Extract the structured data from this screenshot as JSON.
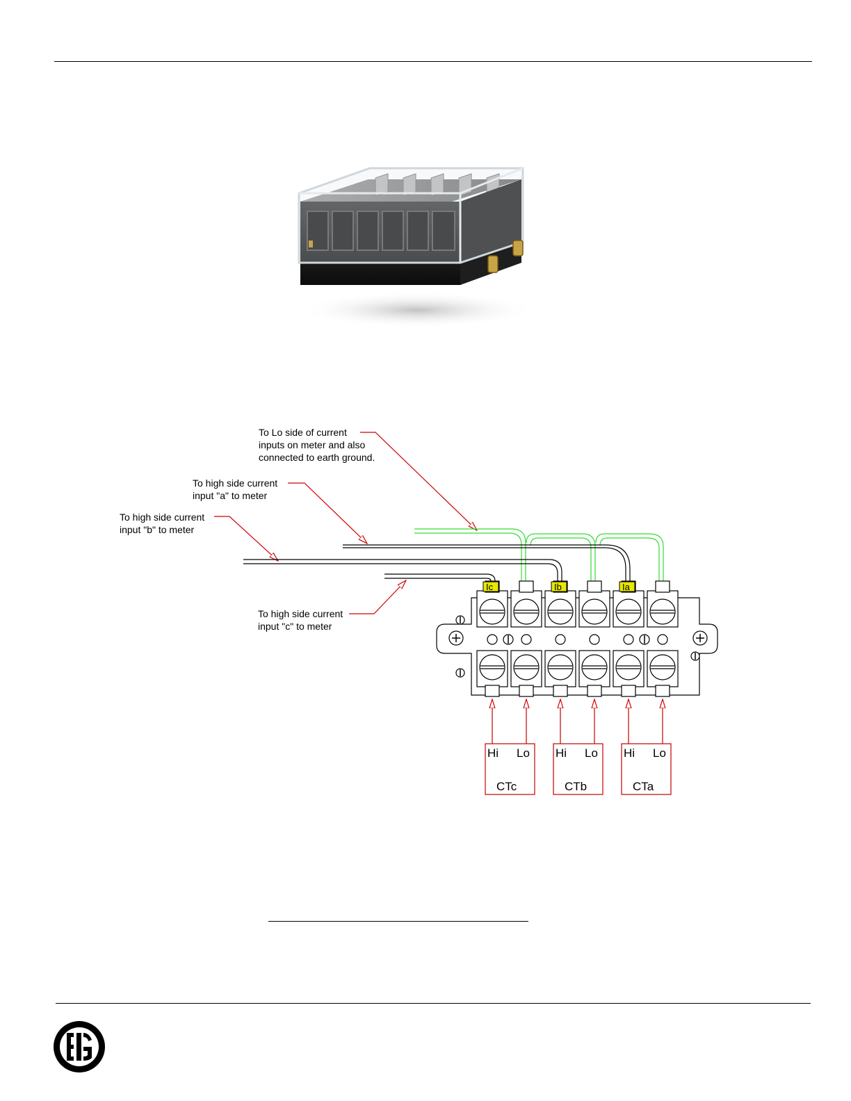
{
  "callouts": {
    "lo_side": [
      "To Lo side of current",
      "inputs on meter and also",
      "connected to earth ground."
    ],
    "high_a": [
      "To high side current",
      "input \"a\" to meter"
    ],
    "high_b": [
      "To high side current",
      "input \"b\" to meter"
    ],
    "high_c": [
      "To high side current",
      "input \"c\" to meter"
    ]
  },
  "terminal_tags": [
    "Ic",
    "Ib",
    "Ia"
  ],
  "cts": [
    {
      "hi": "Hi",
      "lo": "Lo",
      "name": "CTc"
    },
    {
      "hi": "Hi",
      "lo": "Lo",
      "name": "CTb"
    },
    {
      "hi": "Hi",
      "lo": "Lo",
      "name": "CTa"
    }
  ],
  "colors": {
    "leader": "#d00000",
    "ground_wire": "#33dd33",
    "tag_fill": "#e8e800",
    "ct_box": "#c00000"
  }
}
